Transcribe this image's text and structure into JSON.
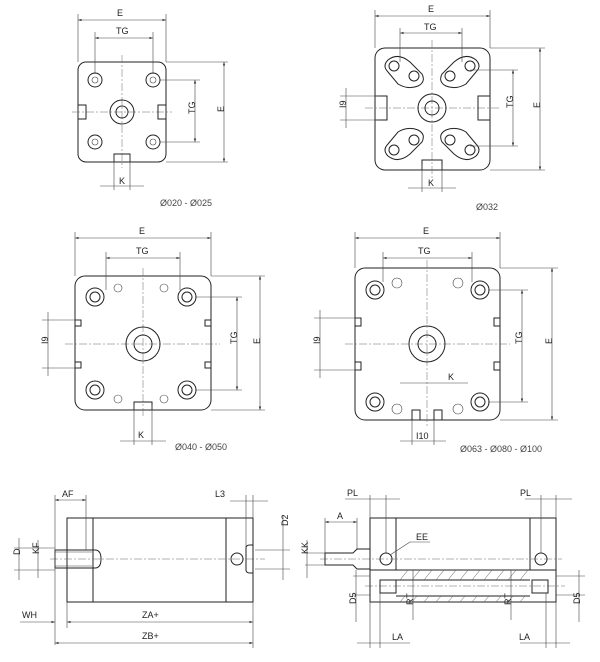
{
  "labels": {
    "E": "E",
    "TG": "TG",
    "K": "K",
    "I9": "I9",
    "I10": "I10",
    "AF": "AF",
    "L3": "L3",
    "D": "D",
    "KF": "KF",
    "D2": "D2",
    "WH": "WH",
    "ZA": "ZA+",
    "ZB": "ZB+",
    "PL": "PL",
    "A": "A",
    "EE": "EE",
    "KK": "KK",
    "D5": "D5",
    "RT": "RT",
    "LA": "LA"
  },
  "captions": {
    "v1": "Ø020 - Ø025",
    "v2": "Ø032",
    "v3": "Ø040 - Ø050",
    "v4": "Ø063 - Ø080 - Ø100"
  }
}
